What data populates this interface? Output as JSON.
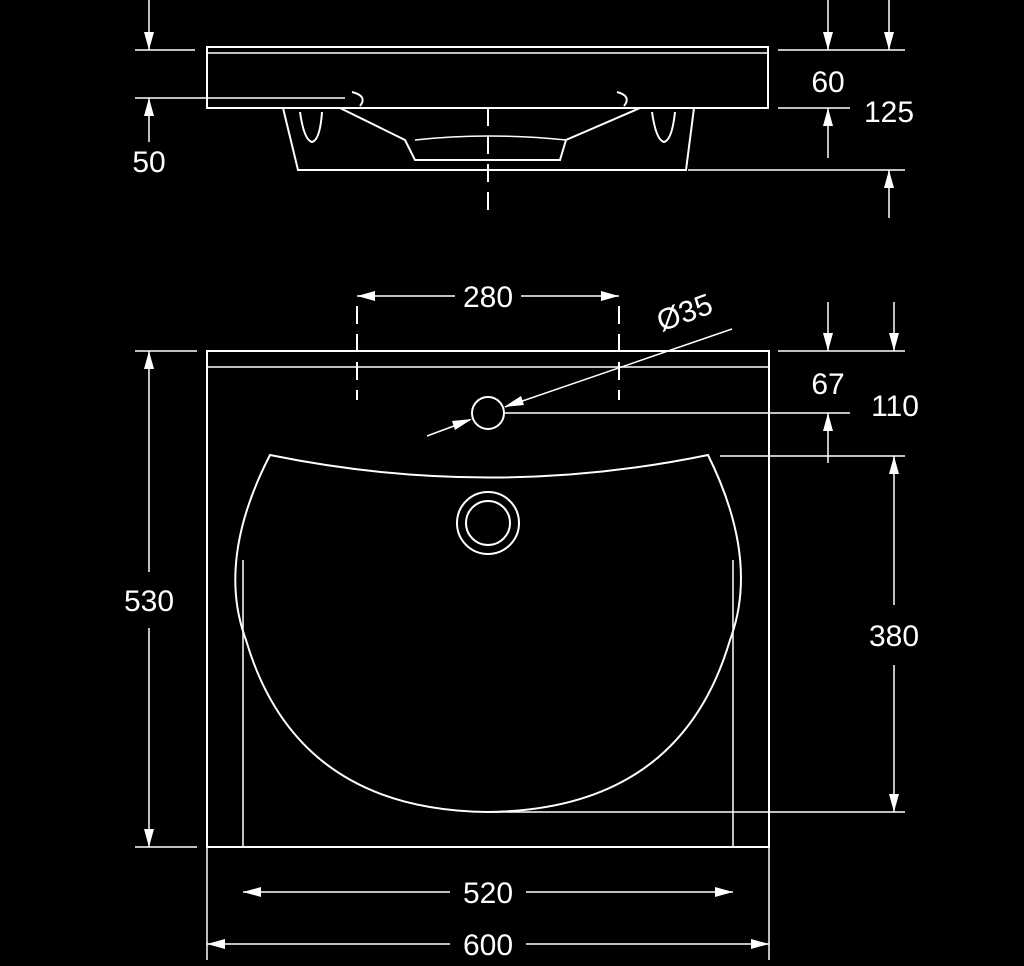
{
  "drawing": {
    "side_view": {
      "dim_depth_rim": "60",
      "dim_total_height": "125",
      "dim_tap_offset": "50"
    },
    "top_view": {
      "dim_tap_spacing": "280",
      "dim_hole_diameter": "Ø35",
      "dim_hole_from_back": "67",
      "dim_bowl_from_back": "110",
      "dim_total_depth": "530",
      "dim_bowl_depth": "380",
      "dim_bowl_width": "520",
      "dim_total_width": "600"
    }
  }
}
